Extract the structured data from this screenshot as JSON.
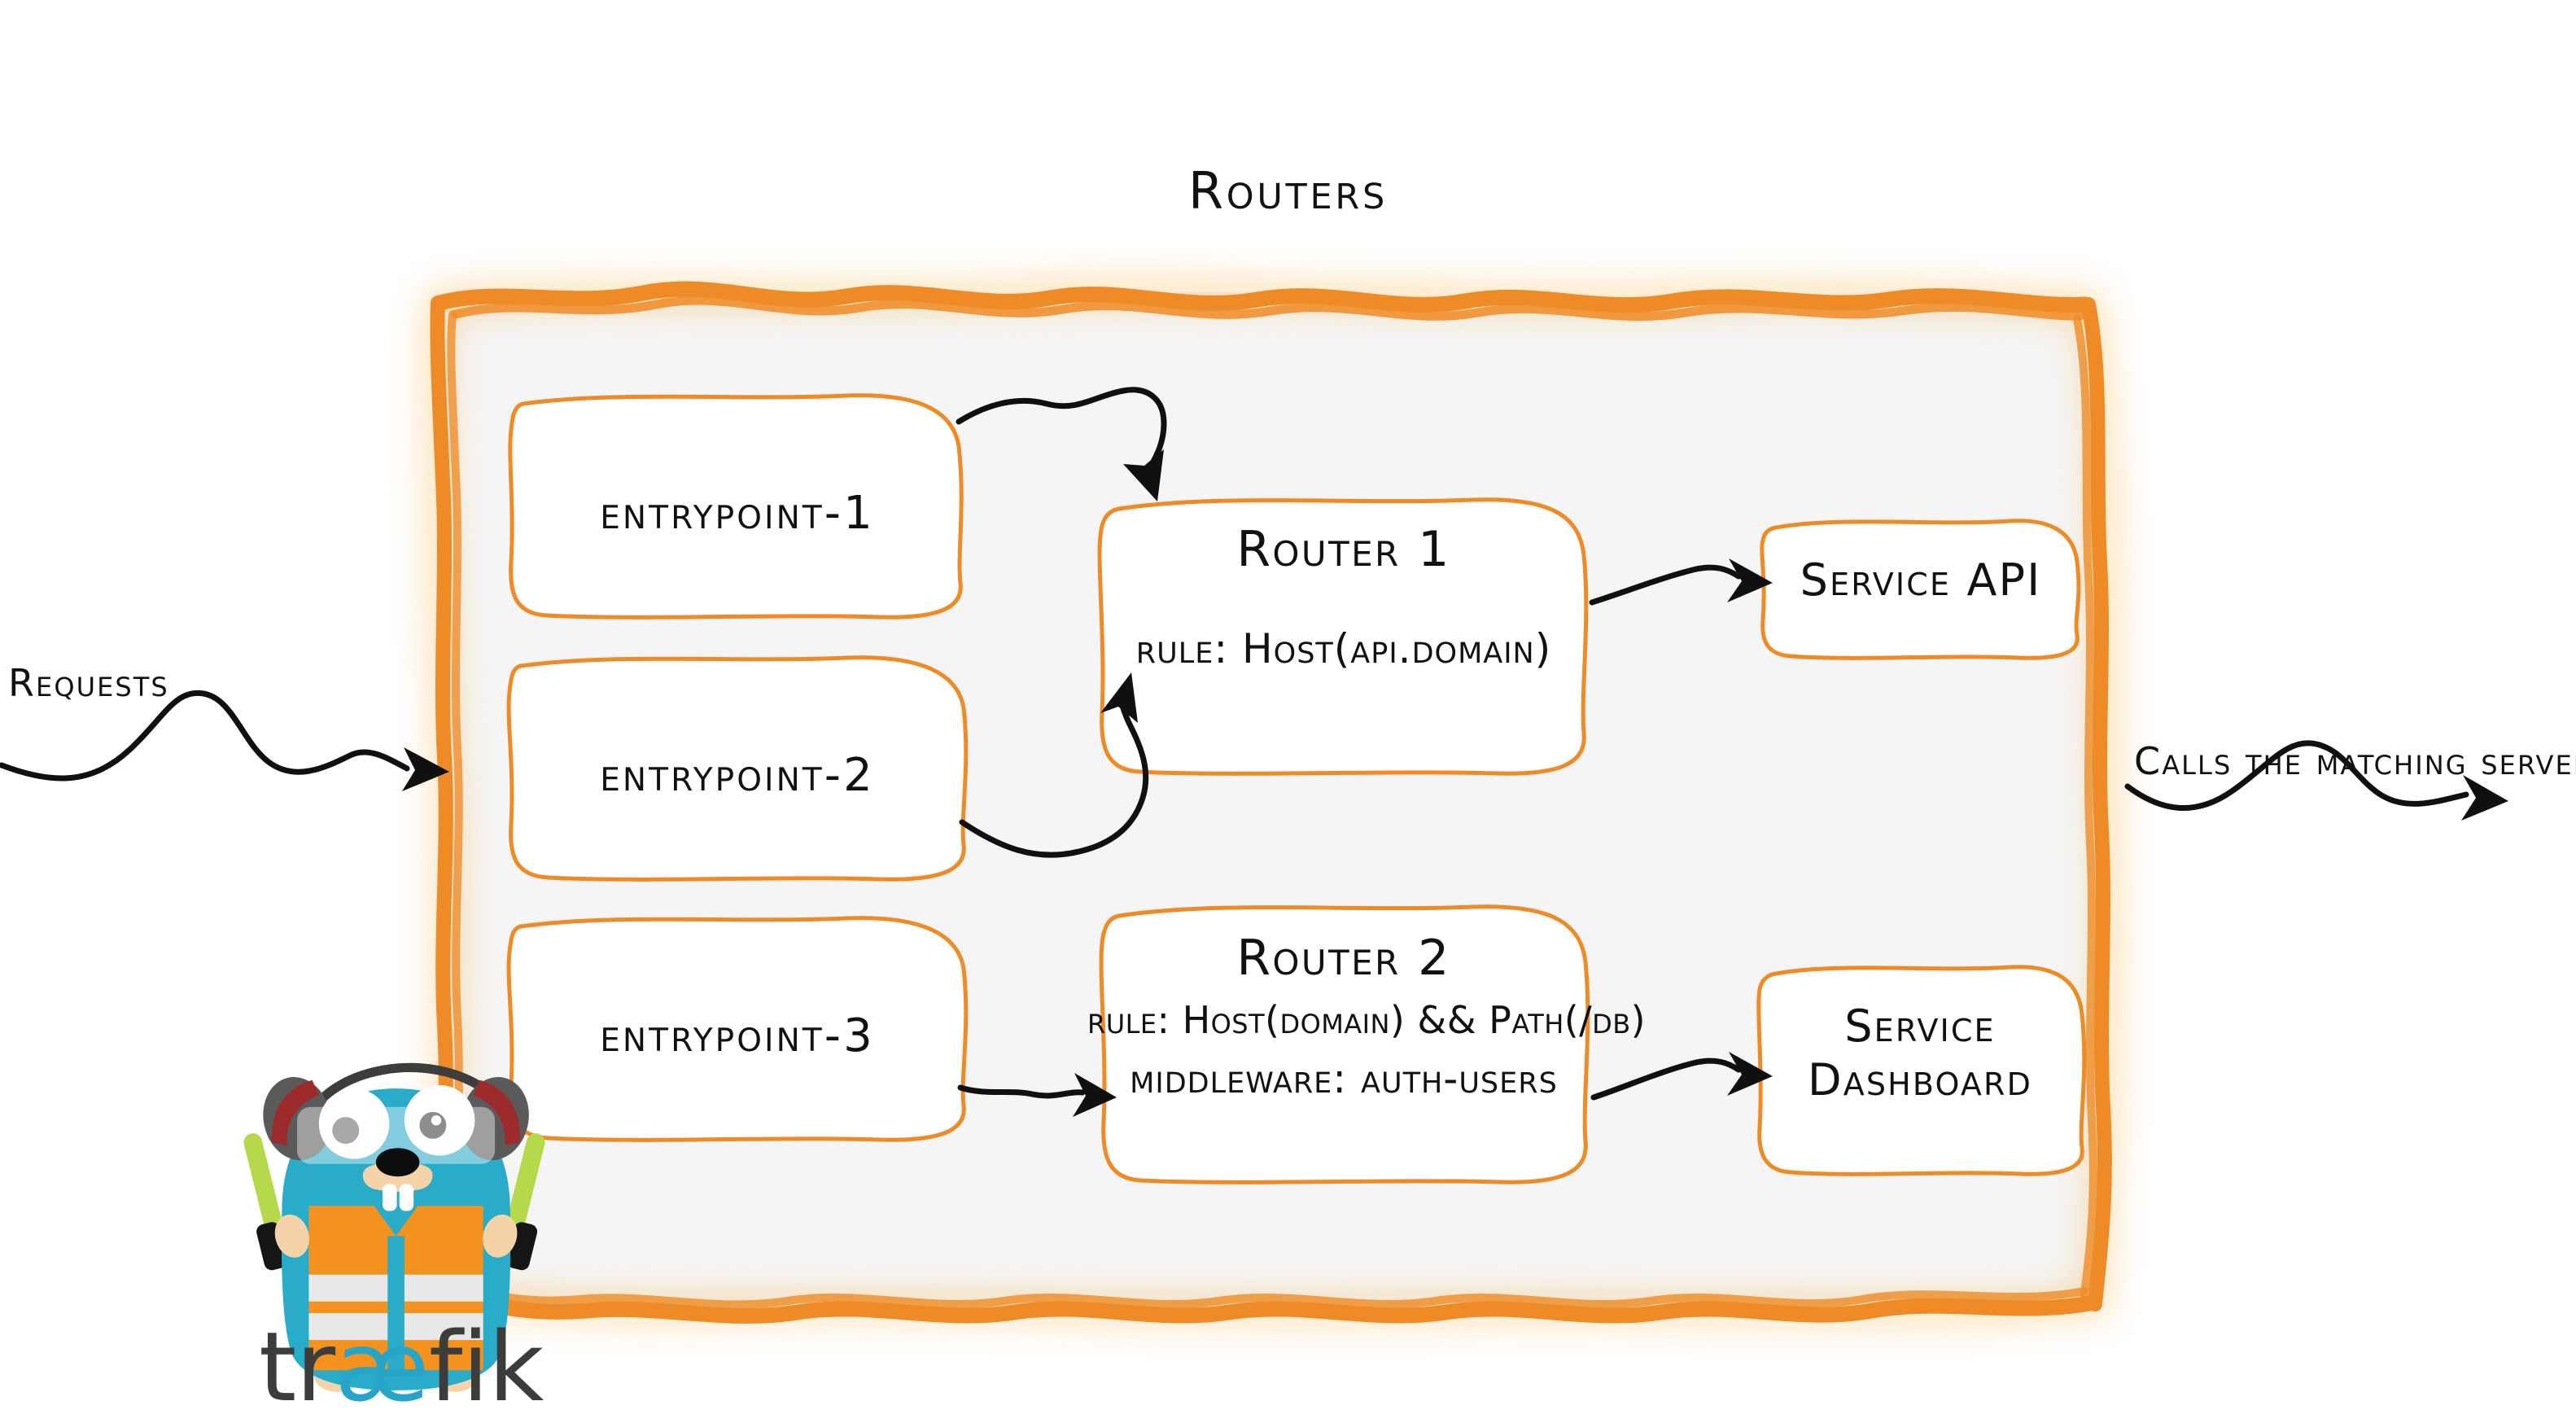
{
  "diagram": {
    "title": "Routers",
    "accent_color": "#ee8b26",
    "panel_fill": "#f5f5f5",
    "ink_color": "#111111"
  },
  "entrypoints": [
    {
      "label": "entrypoint-1"
    },
    {
      "label": "entrypoint-2"
    },
    {
      "label": "entrypoint-3"
    }
  ],
  "routers": [
    {
      "name": "Router 1",
      "lines": [
        "rule: Host(api.domain)"
      ]
    },
    {
      "name": "Router 2",
      "lines": [
        "rule: Host(domain) && Path(/db)",
        "middleware: auth-users"
      ]
    }
  ],
  "services": [
    {
      "lines": [
        "Service API"
      ]
    },
    {
      "lines": [
        "Service",
        "Dashboard"
      ]
    }
  ],
  "annotations": {
    "left": "Requests",
    "right": "Calls the matching server"
  },
  "logo": {
    "wordmark_prefix": "tr",
    "wordmark_ligature": "æ",
    "wordmark_suffix": "fik",
    "mascot": "traefik-gopher",
    "body_color": "#29abca",
    "vest_color": "#f3921e",
    "stripe_color": "#e8e8e8",
    "headphone_color": "#5a5a5a",
    "headphone_accent": "#9e2b2b",
    "wand_color": "#b5d94a",
    "muzzle_color": "#f5d3a8",
    "dark_text": "#3c3c3b",
    "cyan_text": "#27a5c9"
  }
}
